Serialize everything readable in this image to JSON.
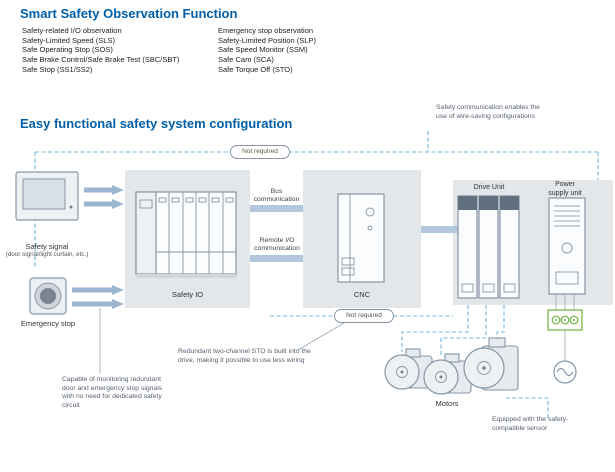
{
  "smart": {
    "title": "Smart Safety Observation Function",
    "left": [
      "Safety-related I/O observation",
      "Safety-Limited Speed (SLS)",
      "Safe Operating Stop (SOS)",
      "Safe Brake Control/Safe Brake Test (SBC/SBT)",
      "Safe Stop (SS1/SS2)"
    ],
    "right": [
      "Emergency stop observation",
      "Safety-Limited Position (SLP)",
      "Safe Speed Monitor (SSM)",
      "Safe Cam (SCA)",
      "Safe Torque Off (STO)"
    ]
  },
  "config": {
    "title": "Easy functional safety system configuration",
    "top_note": "Safety communication enables the use of wire-saving configurations",
    "not_required_top": "Not required",
    "not_required_bottom": "Not required",
    "safety_signal": "Safety signal",
    "safety_signal_sub": "(door signal/light curtain, etc.)",
    "emergency_stop": "Emergency stop",
    "safety_io": "Safety IO",
    "cnc": "CNC",
    "bus_comm": "Bus communication",
    "remote_io": "Remote I/O communication",
    "drive_unit": "Drive Unit",
    "power_supply": "Power supply unit",
    "motors": "Motors",
    "note_redundant": "Redundant two-channel STO is built into the drive, making it possible to use less wiring",
    "note_monitoring": "Capable of monitoring redundant door and emergency stop signals with no need for dedicated safety circuit",
    "note_sensor": "Equipped with the safety-compatible sensor"
  },
  "colors": {
    "heading": "#005fa8",
    "stroke": "#8796a5",
    "boxbg": "#e3e7ea",
    "dash": "#74b6dc",
    "bar": "#b3c8dc",
    "arrow": "#9db6cf",
    "green": "#6cb33f"
  }
}
